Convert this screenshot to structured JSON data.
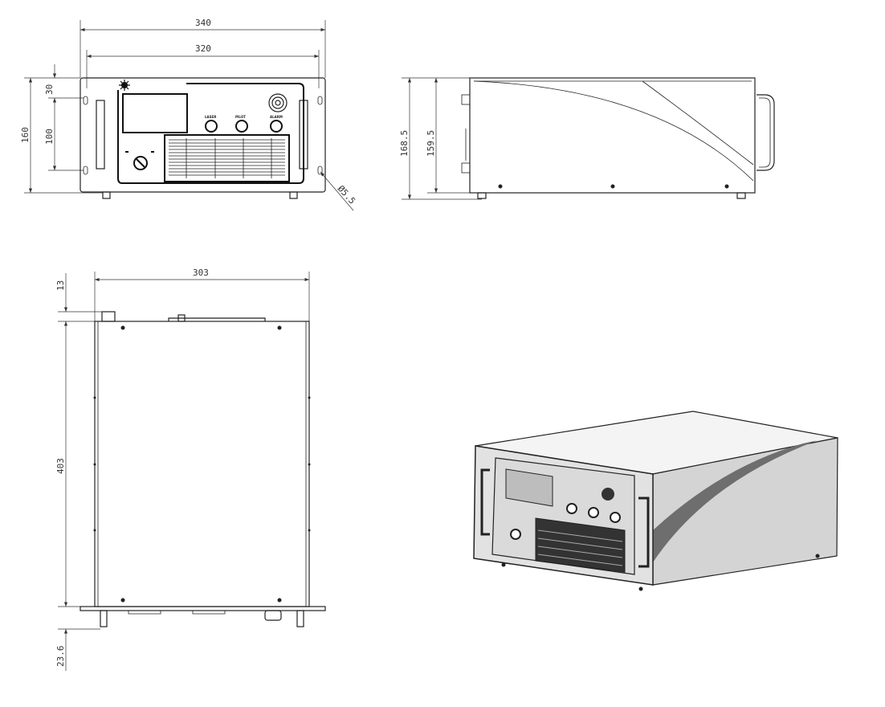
{
  "front_view": {
    "dims": {
      "overall_width": "340",
      "panel_width": "320",
      "top_offset": "30",
      "height": "160",
      "hole_spacing": "100",
      "hole_dia": "Ø5.5"
    },
    "buttons": [
      "LASER",
      "PILOT",
      "ALARM"
    ]
  },
  "side_view": {
    "dims": {
      "overall_height": "168.5",
      "body_height": "159.5"
    }
  },
  "top_view": {
    "dims": {
      "width": "303",
      "front_protrusion": "13",
      "depth": "403",
      "rear_protrusion": "23.6"
    }
  },
  "iso_view": {
    "colors": {
      "body": "#d4d4d4",
      "swoosh": "#6e6e6e",
      "top": "#f4f4f4",
      "screen": "#bdbdbd"
    }
  }
}
